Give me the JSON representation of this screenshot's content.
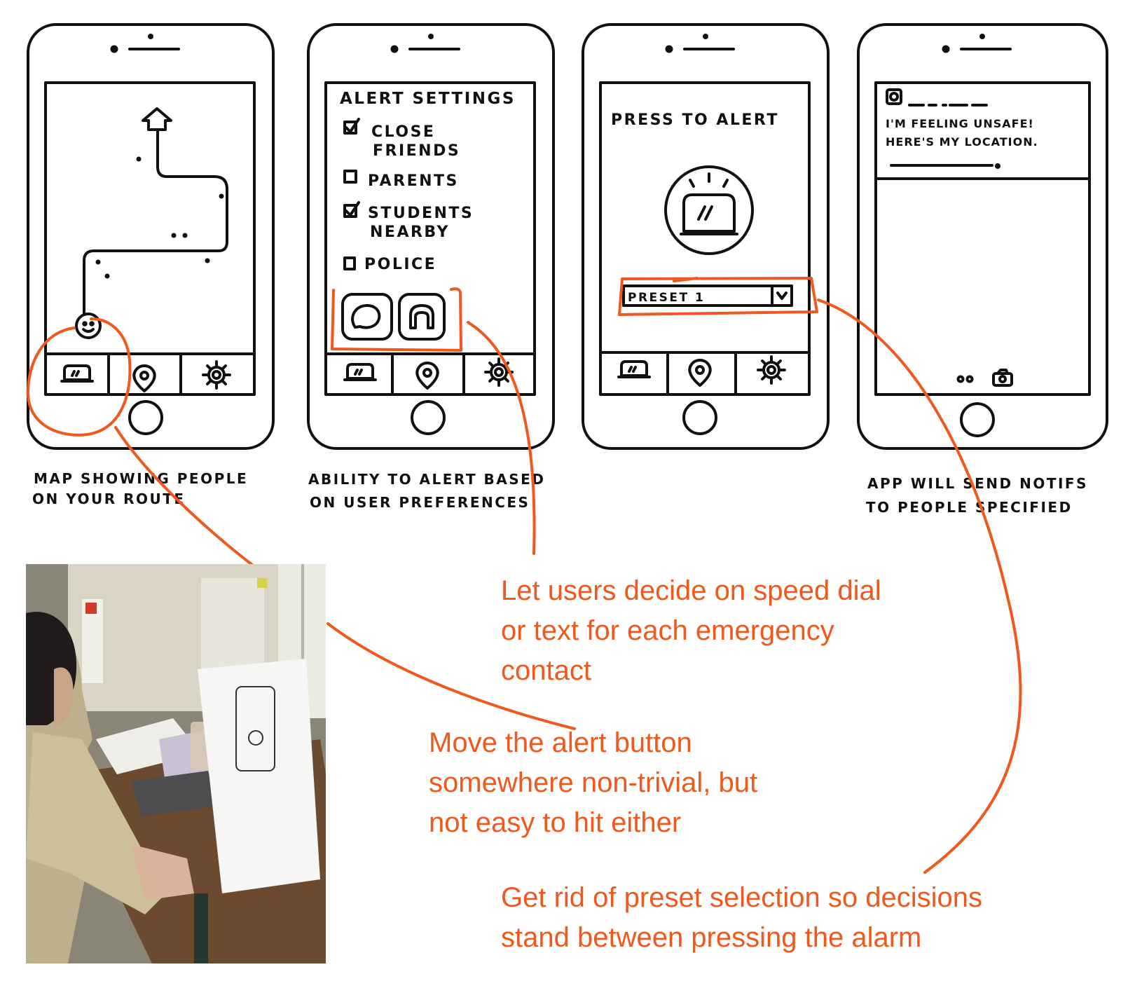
{
  "accent_color": "#f0581c",
  "screen1": {
    "caption_line1": "MAP SHOWING PEOPLE",
    "caption_line2": "ON YOUR ROUTE"
  },
  "screen2": {
    "title": "ALERT SETTINGS",
    "options": [
      {
        "label_line1": "CLOSE",
        "label_line2": "FRIENDS",
        "checked": true
      },
      {
        "label_line1": "PARENTS",
        "label_line2": "",
        "checked": false
      },
      {
        "label_line1": "STUDENTS",
        "label_line2": "NEARBY",
        "checked": true
      },
      {
        "label_line1": "POLICE",
        "label_line2": "",
        "checked": false
      }
    ],
    "caption_line1": "ABILITY TO ALERT BASED",
    "caption_line2": "ON USER PREFERENCES"
  },
  "screen3": {
    "title": "PRESS TO ALERT",
    "preset_value": "PRESET 1"
  },
  "screen4": {
    "message_line1": "I'M FEELING UNSAFE!",
    "message_line2": "HERE'S MY LOCATION.",
    "caption_line1": "APP WILL SEND NOTIFS",
    "caption_line2": "TO PEOPLE SPECIFIED"
  },
  "tab_icons": [
    "alarm-icon",
    "location-pin-icon",
    "gear-icon"
  ],
  "notes": {
    "speed_dial": [
      "Let users decide on speed dial",
      "or text for each emergency",
      "contact"
    ],
    "alert_button": [
      "Move the alert button",
      "somewhere non-trivial, but",
      "not easy to hit either"
    ],
    "preset": [
      "Get rid of preset selection so decisions",
      "stand between pressing the alarm"
    ]
  }
}
